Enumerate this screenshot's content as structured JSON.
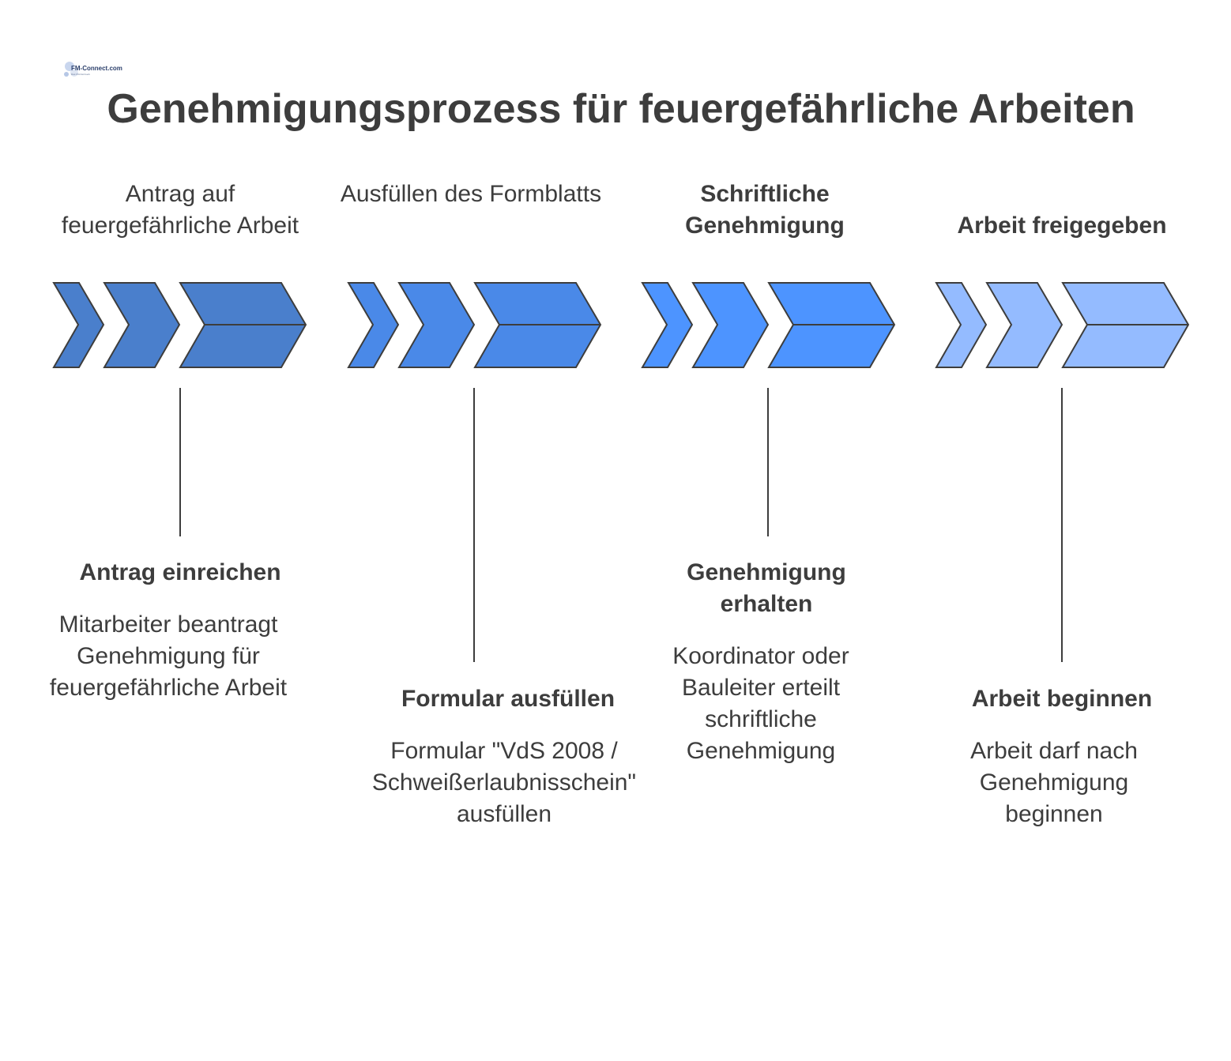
{
  "logo": {
    "text": "FM-Connect.com",
    "subtext": "Das FM-Netzwerk"
  },
  "title": "Genehmigungsprozess für feuergefährliche Arbeiten",
  "stages": [
    {
      "label": "Antrag auf feuergefährliche Arbeit",
      "label_bold": false,
      "color": "#4a7fcc",
      "step_title": "Antrag einreichen",
      "step_desc": "Mitarbeiter beantragt Genehmigung für feuergefährliche Arbeit",
      "position": "upper"
    },
    {
      "label": "Ausfüllen des Formblatts",
      "label_bold": false,
      "color": "#4a89e8",
      "step_title": "Formular ausfüllen",
      "step_desc": "Formular \"VdS 2008 / Schweißerlaubnisschein\" ausfüllen",
      "position": "lower"
    },
    {
      "label": "Schriftliche Genehmigung",
      "label_bold": true,
      "color": "#4d94ff",
      "step_title": "Genehmigung erhalten",
      "step_desc": "Koordinator oder Bauleiter erteilt schriftliche Genehmigung",
      "position": "upper"
    },
    {
      "label": "Arbeit freigegeben",
      "label_bold": true,
      "color": "#94bbff",
      "step_title": "Arbeit beginnen",
      "step_desc": "Arbeit darf nach Genehmigung beginnen",
      "position": "lower"
    }
  ]
}
